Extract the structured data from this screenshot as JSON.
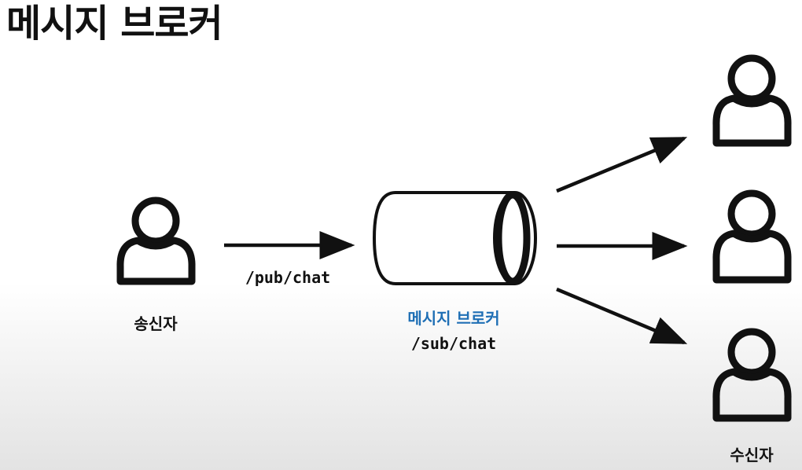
{
  "title": "메시지 브로커",
  "sender": {
    "icon": "person-icon",
    "label": "송신자"
  },
  "publish_topic": "/pub/chat",
  "broker": {
    "icon": "cylinder-queue-icon",
    "label": "메시지 브로커",
    "subscribe_topic": "/sub/chat"
  },
  "receivers": {
    "icon": "person-icon",
    "count": 3,
    "label": "수신자"
  },
  "colors": {
    "text": "#111111",
    "accent": "#1f6fb5",
    "stroke": "#111111"
  }
}
